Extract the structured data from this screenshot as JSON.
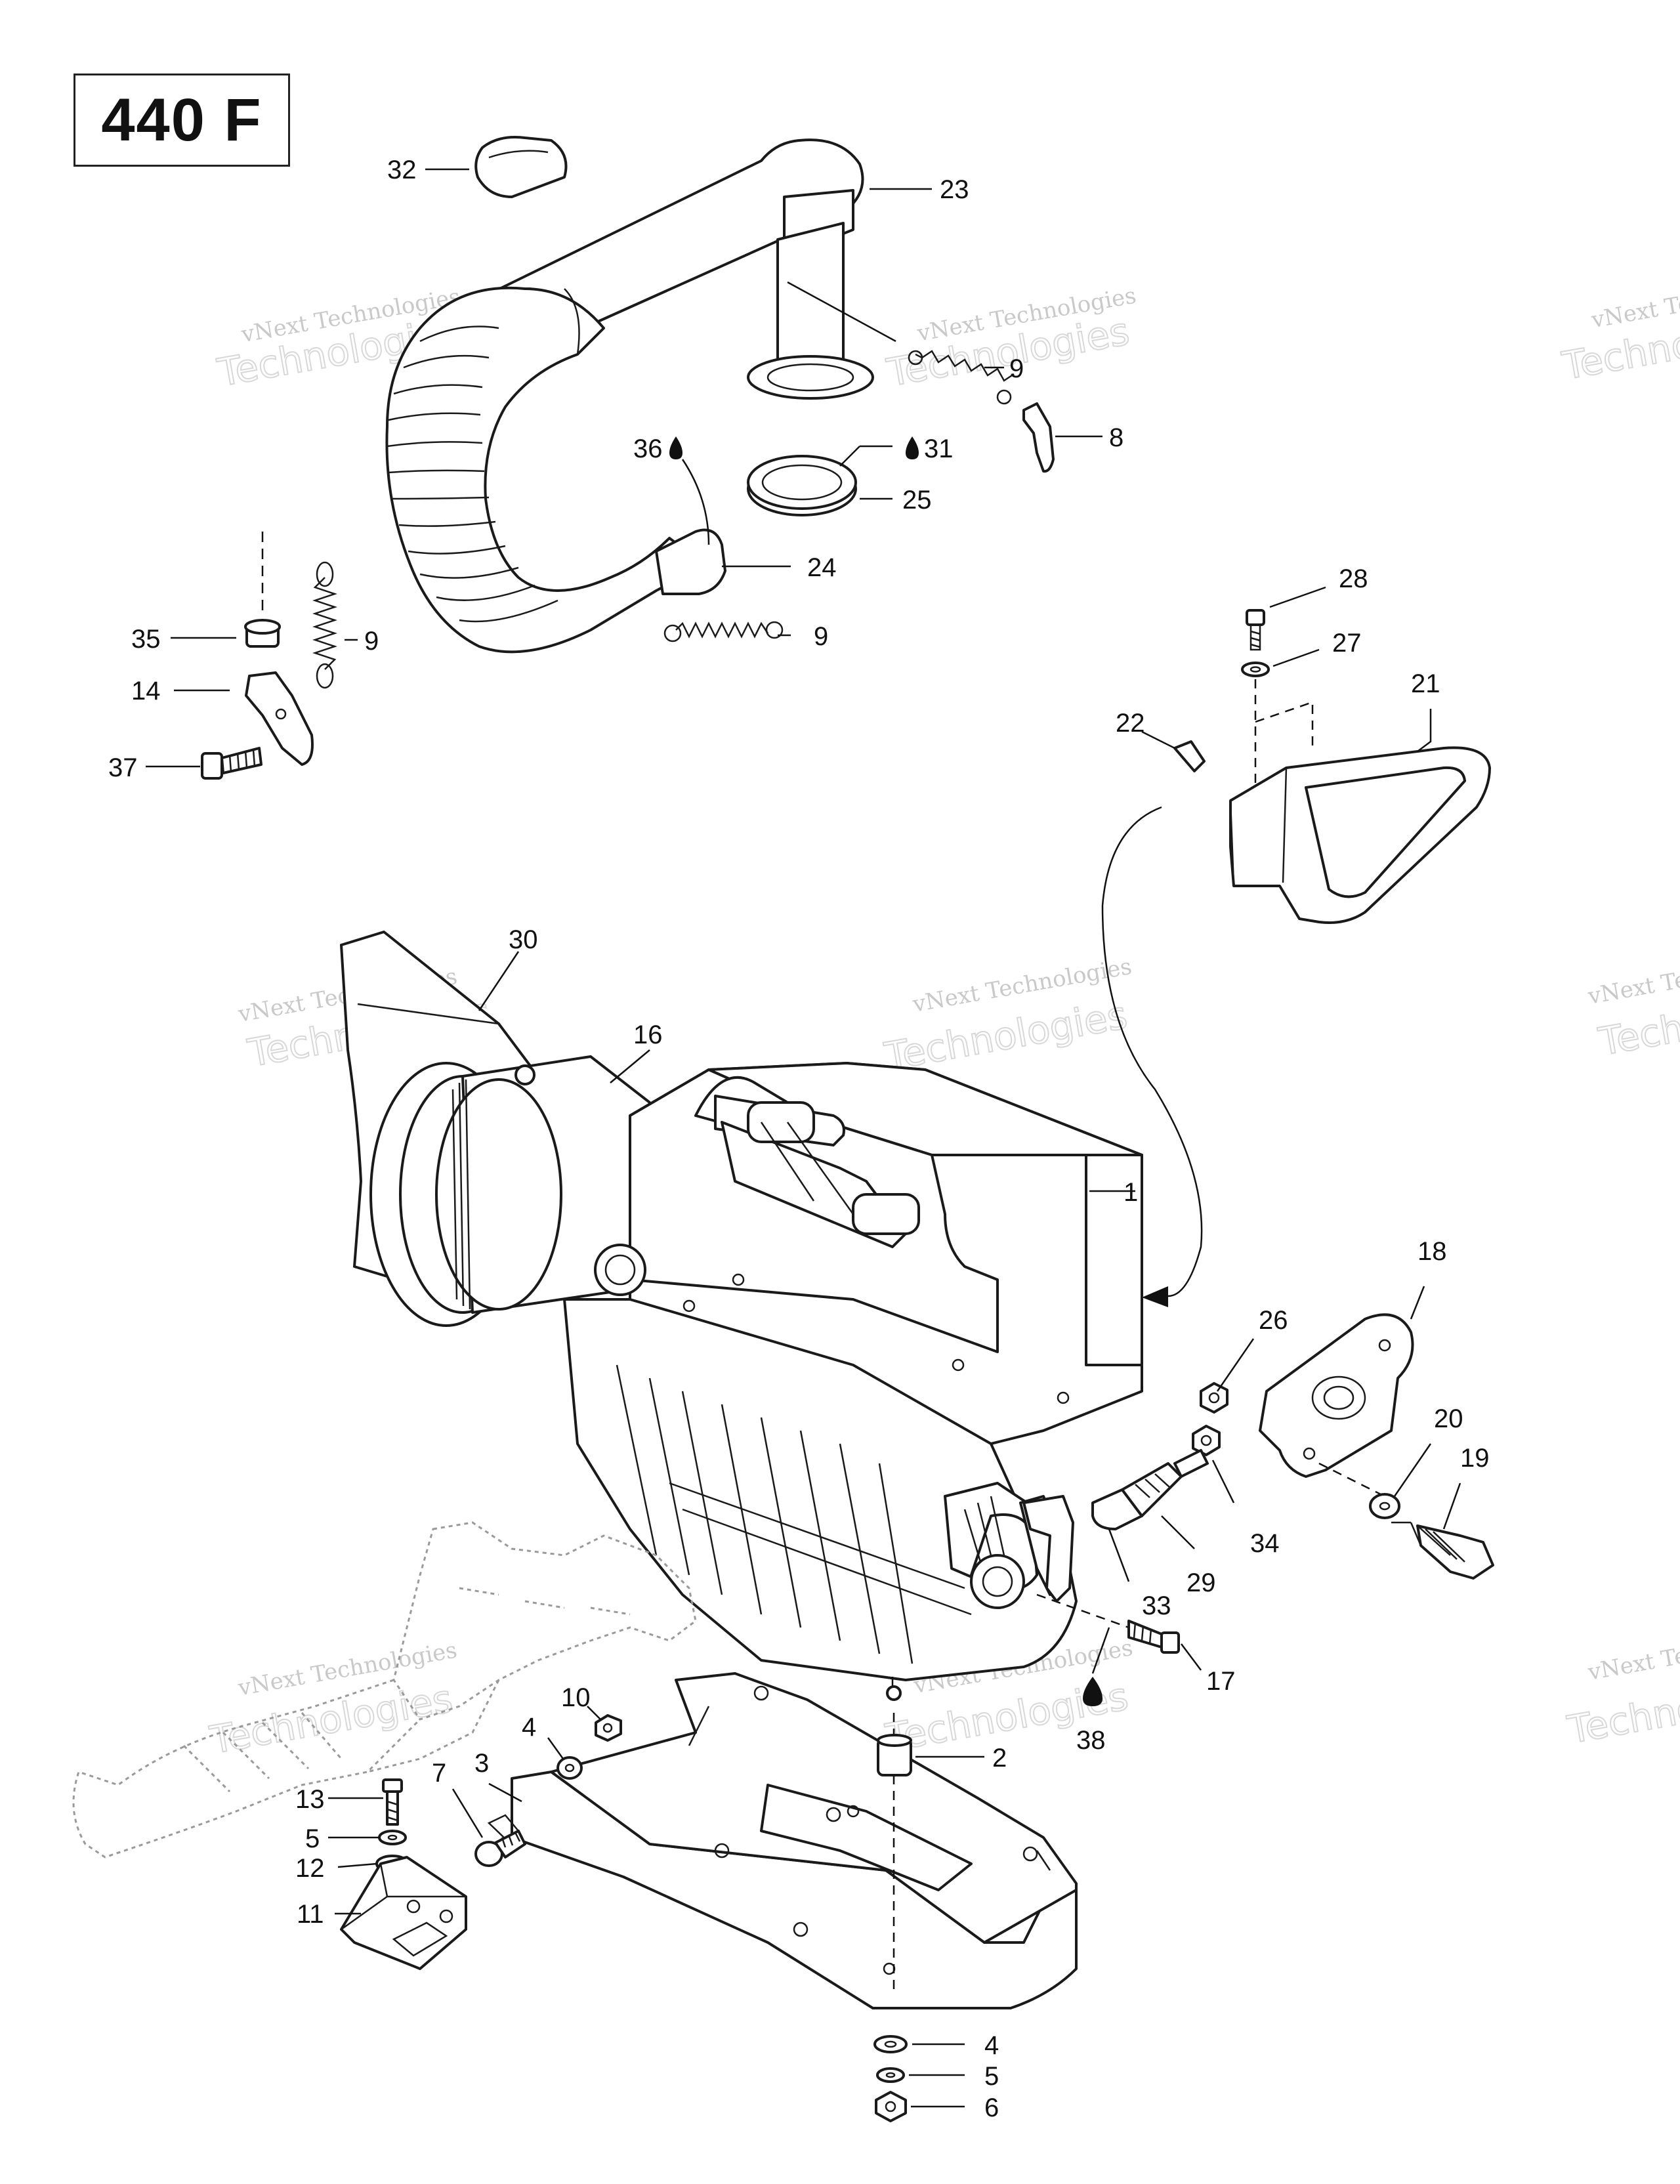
{
  "title": "440 F",
  "watermark": {
    "line1": "vNext Technologies",
    "line2": "Technologies"
  },
  "callouts": [
    {
      "id": "c32",
      "label": "32"
    },
    {
      "id": "c23",
      "label": "23"
    },
    {
      "id": "c9a",
      "label": "9"
    },
    {
      "id": "c8",
      "label": "8"
    },
    {
      "id": "c36",
      "label": "36"
    },
    {
      "id": "c31",
      "label": "31"
    },
    {
      "id": "c25",
      "label": "25"
    },
    {
      "id": "c24",
      "label": "24"
    },
    {
      "id": "c35",
      "label": "35"
    },
    {
      "id": "c9b",
      "label": "9"
    },
    {
      "id": "c9c",
      "label": "9"
    },
    {
      "id": "c14",
      "label": "14"
    },
    {
      "id": "c37",
      "label": "37"
    },
    {
      "id": "c28",
      "label": "28"
    },
    {
      "id": "c27",
      "label": "27"
    },
    {
      "id": "c21",
      "label": "21"
    },
    {
      "id": "c22",
      "label": "22"
    },
    {
      "id": "c30",
      "label": "30"
    },
    {
      "id": "c16",
      "label": "16"
    },
    {
      "id": "c1",
      "label": "1"
    },
    {
      "id": "c18",
      "label": "18"
    },
    {
      "id": "c26",
      "label": "26"
    },
    {
      "id": "c20",
      "label": "20"
    },
    {
      "id": "c19",
      "label": "19"
    },
    {
      "id": "c34",
      "label": "34"
    },
    {
      "id": "c29",
      "label": "29"
    },
    {
      "id": "c33",
      "label": "33"
    },
    {
      "id": "c17",
      "label": "17"
    },
    {
      "id": "c38",
      "label": "38"
    },
    {
      "id": "c10",
      "label": "10"
    },
    {
      "id": "c4a",
      "label": "4"
    },
    {
      "id": "c2",
      "label": "2"
    },
    {
      "id": "c3",
      "label": "3"
    },
    {
      "id": "c7",
      "label": "7"
    },
    {
      "id": "c13",
      "label": "13"
    },
    {
      "id": "c5a",
      "label": "5"
    },
    {
      "id": "c12",
      "label": "12"
    },
    {
      "id": "c11",
      "label": "11"
    },
    {
      "id": "c4b",
      "label": "4"
    },
    {
      "id": "c5b",
      "label": "5"
    },
    {
      "id": "c6",
      "label": "6"
    }
  ]
}
